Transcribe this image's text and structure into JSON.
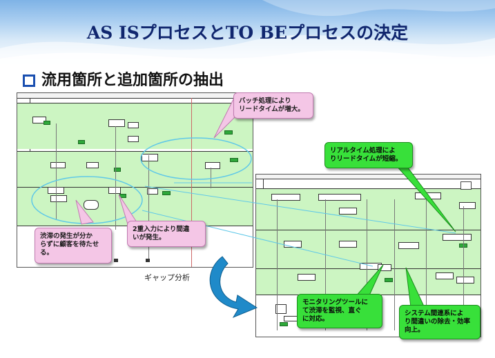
{
  "slide": {
    "title": "AS ISプロセスとTO BEプロセスの決定",
    "subtitle": "流用箇所と追加箇所の抽出",
    "caption": "ギャップ分析"
  },
  "callouts": {
    "batch": "バッチ処理により\nリードタイムが増大。",
    "realtime": "リアルタイム処理によ\nりリードタイムが短縮。",
    "congestion": "渋滞の発生が分か\nらずに顧客を待たせ\nる。",
    "double_entry": "2重入力により間違\nいが発生。",
    "monitoring": "モニタリングツールに\nて渋滞を監視、直ぐ\nに対応。",
    "system": "システム間連系によ\nり間違いの除去・効率\n向上。"
  },
  "colors": {
    "title": "#10266e",
    "lane_fill": "#ccf5c2",
    "callout_pink": "#f4c6e6",
    "callout_green": "#38e03a",
    "ellipse": "#5fc8e8"
  }
}
